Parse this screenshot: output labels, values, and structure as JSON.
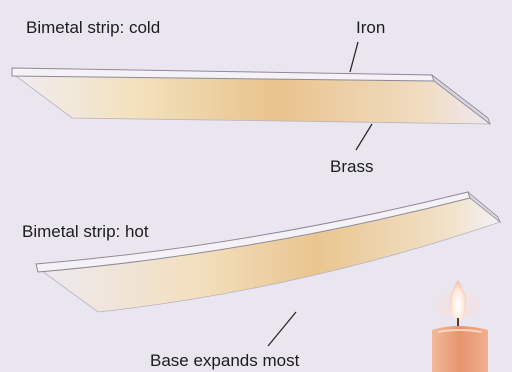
{
  "labels": {
    "cold_title": "Bimetal strip: cold",
    "iron": "Iron",
    "brass": "Brass",
    "hot_title": "Bimetal strip: hot",
    "base_note": "Base expands most"
  },
  "colors": {
    "background": "#e9e6f0",
    "brass_light": "#f3e2bf",
    "brass_mid": "#e9c38c",
    "iron": "#f4f2f6",
    "iron_edge": "#8e8b96",
    "text": "#1c1c1c",
    "flame": "#fff6ea",
    "candle": "#e8a07d"
  },
  "icons": [
    "candle-icon"
  ]
}
